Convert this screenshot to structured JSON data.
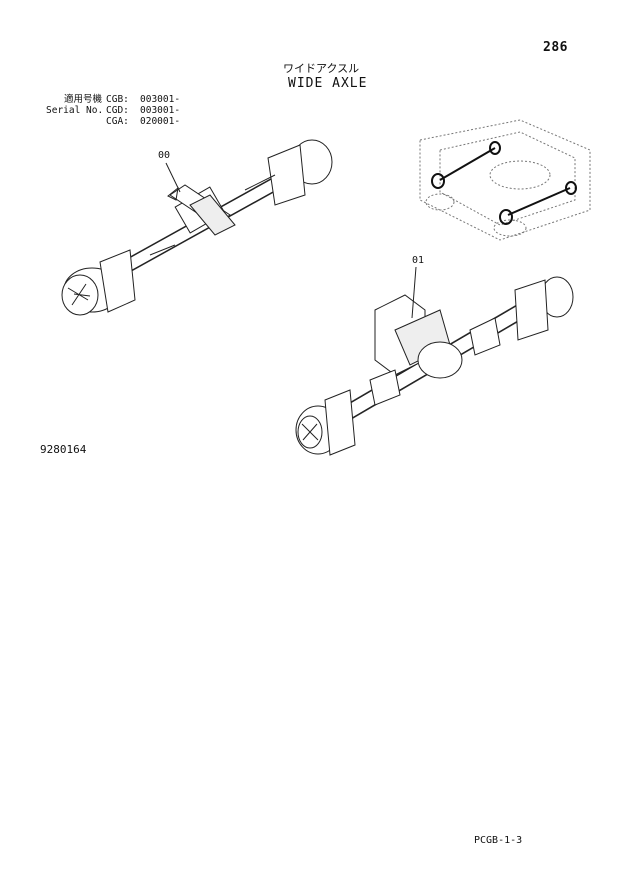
{
  "page_number": "286",
  "title_jp": "ワイドアクスル",
  "title_en": "WIDE AXLE",
  "serial_label_jp": "適用号機",
  "serial_label_en": "Serial No.",
  "serial_entries": [
    {
      "code": "CGB:",
      "value": "003001-"
    },
    {
      "code": "CGD:",
      "value": "003001-"
    },
    {
      "code": "CGA:",
      "value": "020001-"
    }
  ],
  "callouts": [
    "00",
    "01"
  ],
  "figure_number": "9280164",
  "footer_code": "PCGB-1-3"
}
